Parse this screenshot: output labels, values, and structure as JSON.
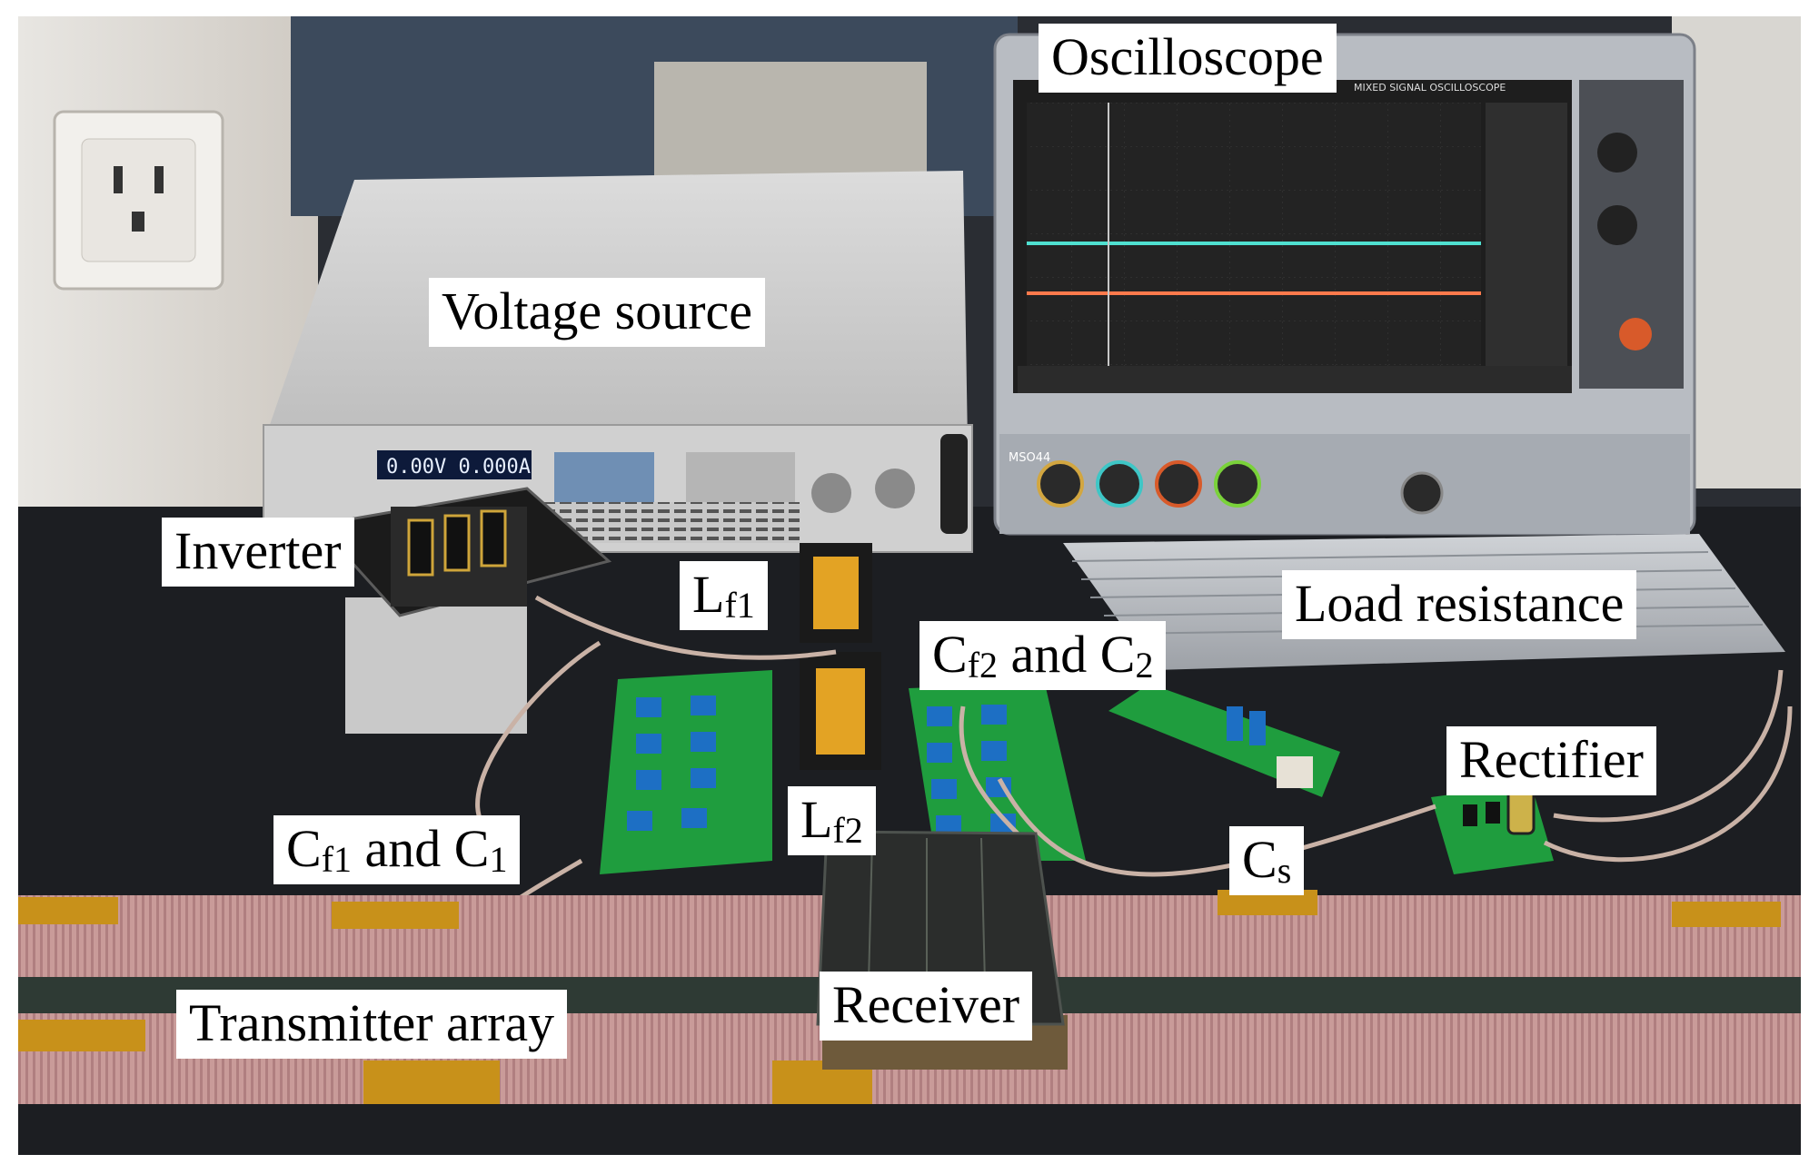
{
  "figure": {
    "labels": {
      "oscilloscope": "Oscilloscope",
      "voltage_source": "Voltage source",
      "inverter": "Inverter",
      "lf1": {
        "main": "L",
        "sub": "f1"
      },
      "cf2_c2": {
        "p1": "C",
        "s1": "f2",
        "mid": " and C",
        "s2": "2"
      },
      "load_resistance": "Load resistance",
      "rectifier": "Rectifier",
      "cf1_c1": {
        "p1": "C",
        "s1": "f1",
        "mid": " and C",
        "s2": "1"
      },
      "lf2": {
        "main": "L",
        "sub": "f2"
      },
      "cs": {
        "main": "C",
        "sub": "s"
      },
      "transmitter_array": "Transmitter array",
      "receiver": "Receiver"
    },
    "equipment_text": {
      "supply_display": "0.00V  0.000A",
      "scope_brand": "MIXED SIGNAL OSCILLOSCOPE",
      "scope_model": "MSO44"
    },
    "colors": {
      "background": "#1b1d22",
      "coil_pink": "#c79a98",
      "coil_tape": "#c8911a",
      "pcb_green": "#1f9d3e",
      "relay_blue": "#1d6fc4",
      "scope_trace_cyan": "#4fe0d0",
      "scope_trace_orange": "#ff7a4c"
    }
  }
}
